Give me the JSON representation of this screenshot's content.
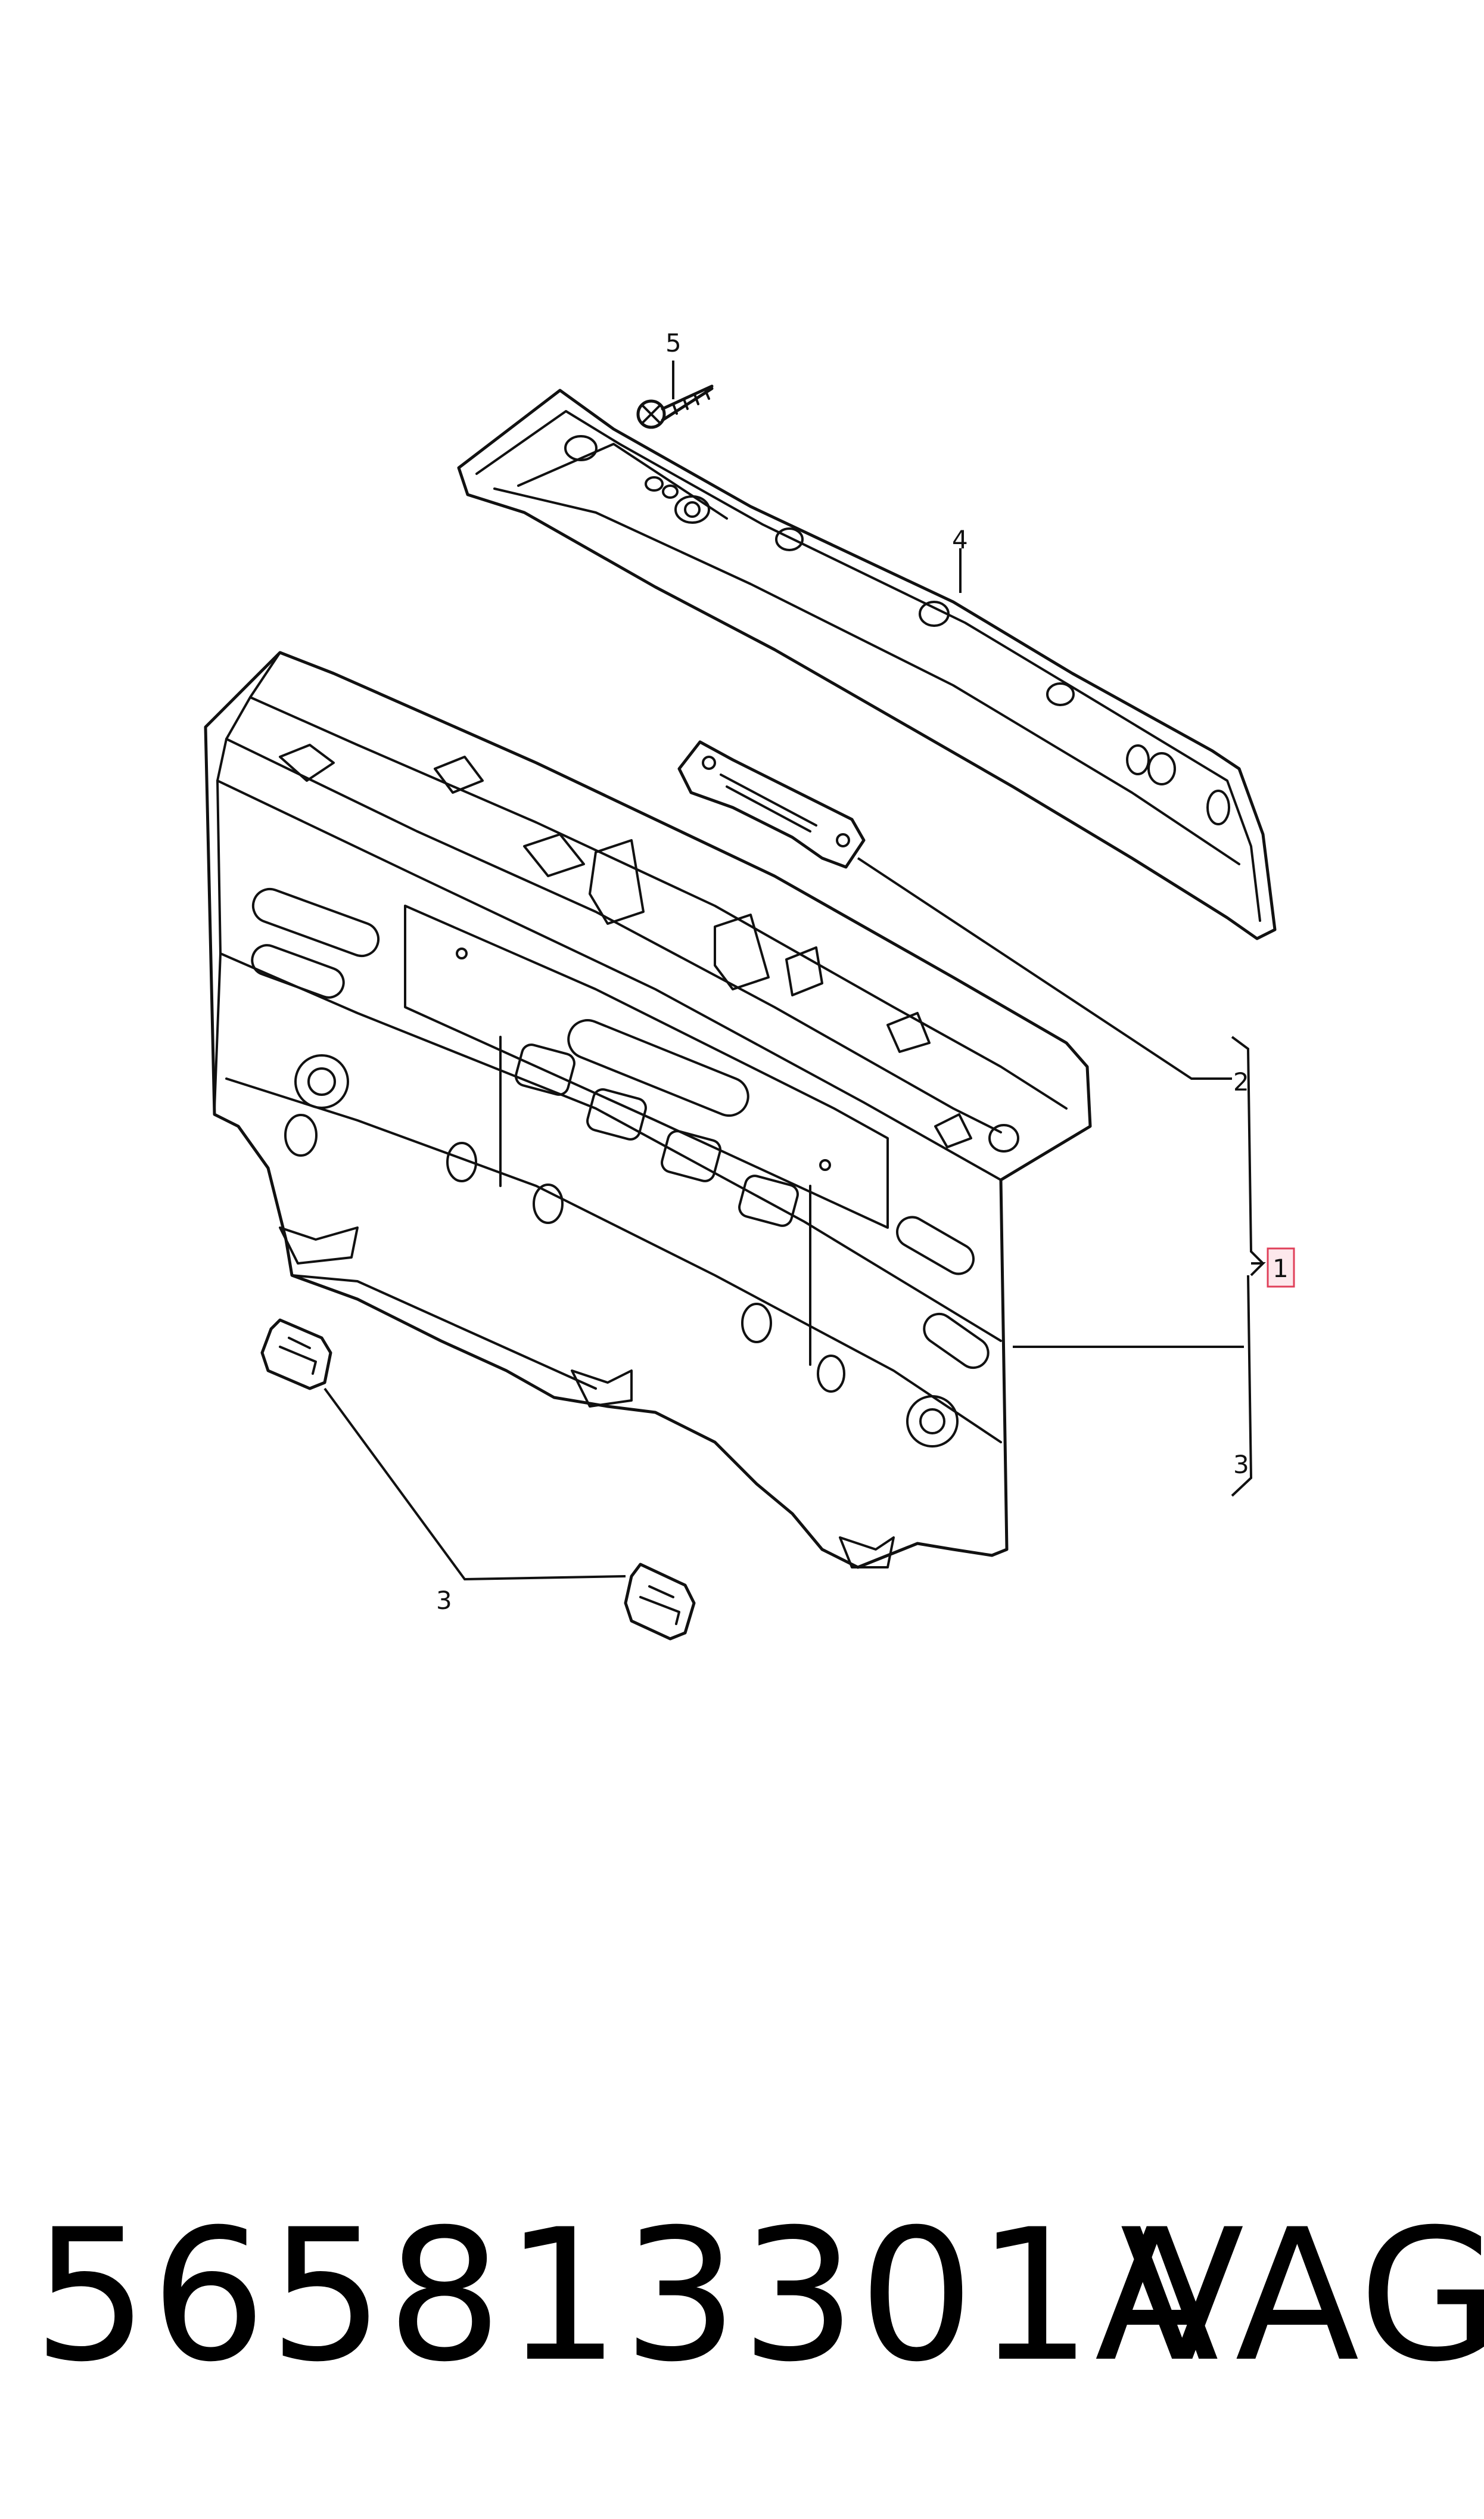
{
  "callouts": {
    "c1": "1",
    "c2": "2",
    "c3_bracket": "3",
    "c3_clips": "3",
    "c4": "4",
    "c5": "5"
  },
  "footer": {
    "part_number": "565813301A",
    "brand": "VAG"
  },
  "colors": {
    "line": "#111111",
    "highlight_fill": "#fde8ec",
    "highlight_stroke": "#e0405a"
  }
}
